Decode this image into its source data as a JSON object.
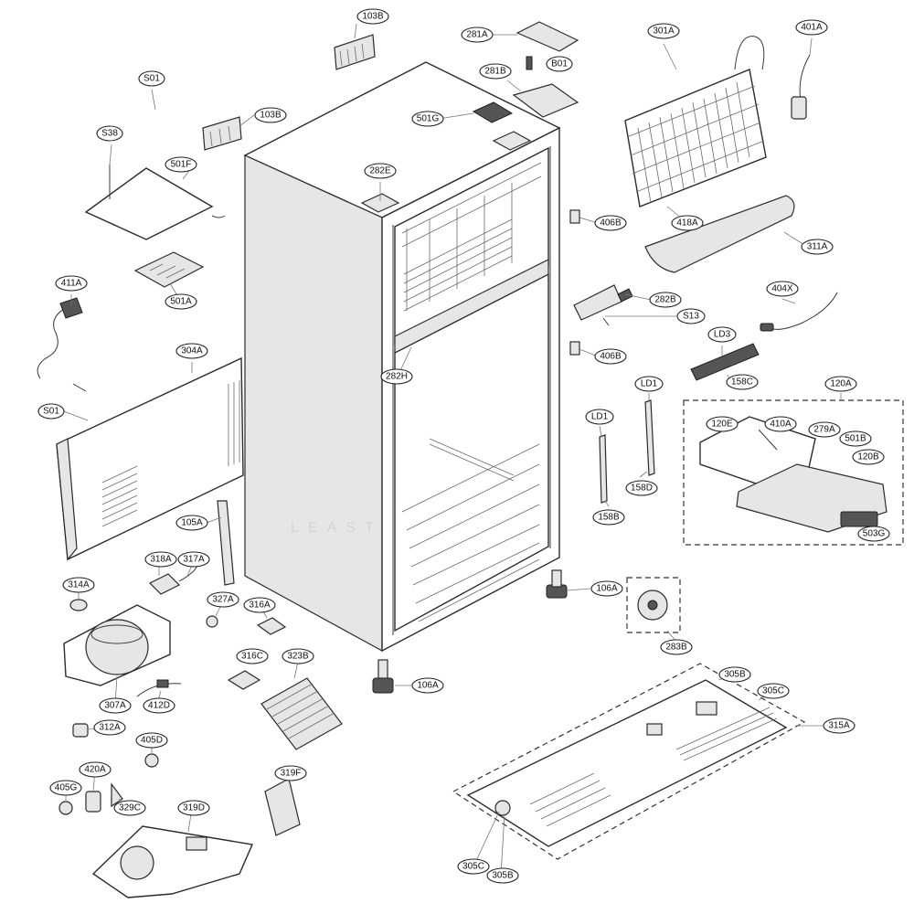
{
  "labels": {
    "l103B_top": "103B",
    "l281A": "281A",
    "l301A": "301A",
    "l401A": "401A",
    "lS01_top": "S01",
    "l281B": "281B",
    "lB01": "B01",
    "l103B_mid": "103B",
    "l501G": "501G",
    "lS38": "S38",
    "l501F": "501F",
    "l282E": "282E",
    "l406B_top": "406B",
    "l418A": "418A",
    "l311A": "311A",
    "l501A": "501A",
    "l411A": "411A",
    "l282B": "282B",
    "l404X": "404X",
    "lS13": "S13",
    "lLD3": "LD3",
    "l406B_mid": "406B",
    "l304A": "304A",
    "l158C": "158C",
    "l282H": "282H",
    "lLD1_right": "LD1",
    "l120A": "120A",
    "lS01_left": "S01",
    "lLD1_left": "LD1",
    "l120E": "120E",
    "l410A": "410A",
    "l279A": "279A",
    "l501B": "501B",
    "l120B": "120B",
    "l158D": "158D",
    "l105A": "105A",
    "l158B": "158B",
    "l503G": "503G",
    "l318A": "318A",
    "l317A": "317A",
    "l314A": "314A",
    "l106A_right": "106A",
    "l327A": "327A",
    "l316A": "316A",
    "l283B": "283B",
    "l316C": "316C",
    "l323B": "323B",
    "l106A_bottom": "106A",
    "l305B_top": "305B",
    "l307A": "307A",
    "l412D": "412D",
    "l305C_top": "305C",
    "l315A": "315A",
    "l312A": "312A",
    "l405D": "405D",
    "l420A": "420A",
    "l319F": "319F",
    "l405G": "405G",
    "l329C": "329C",
    "l319D": "319D",
    "l305C_bottom": "305C",
    "l305B_bottom": "305B"
  },
  "watermark": "LEAST"
}
